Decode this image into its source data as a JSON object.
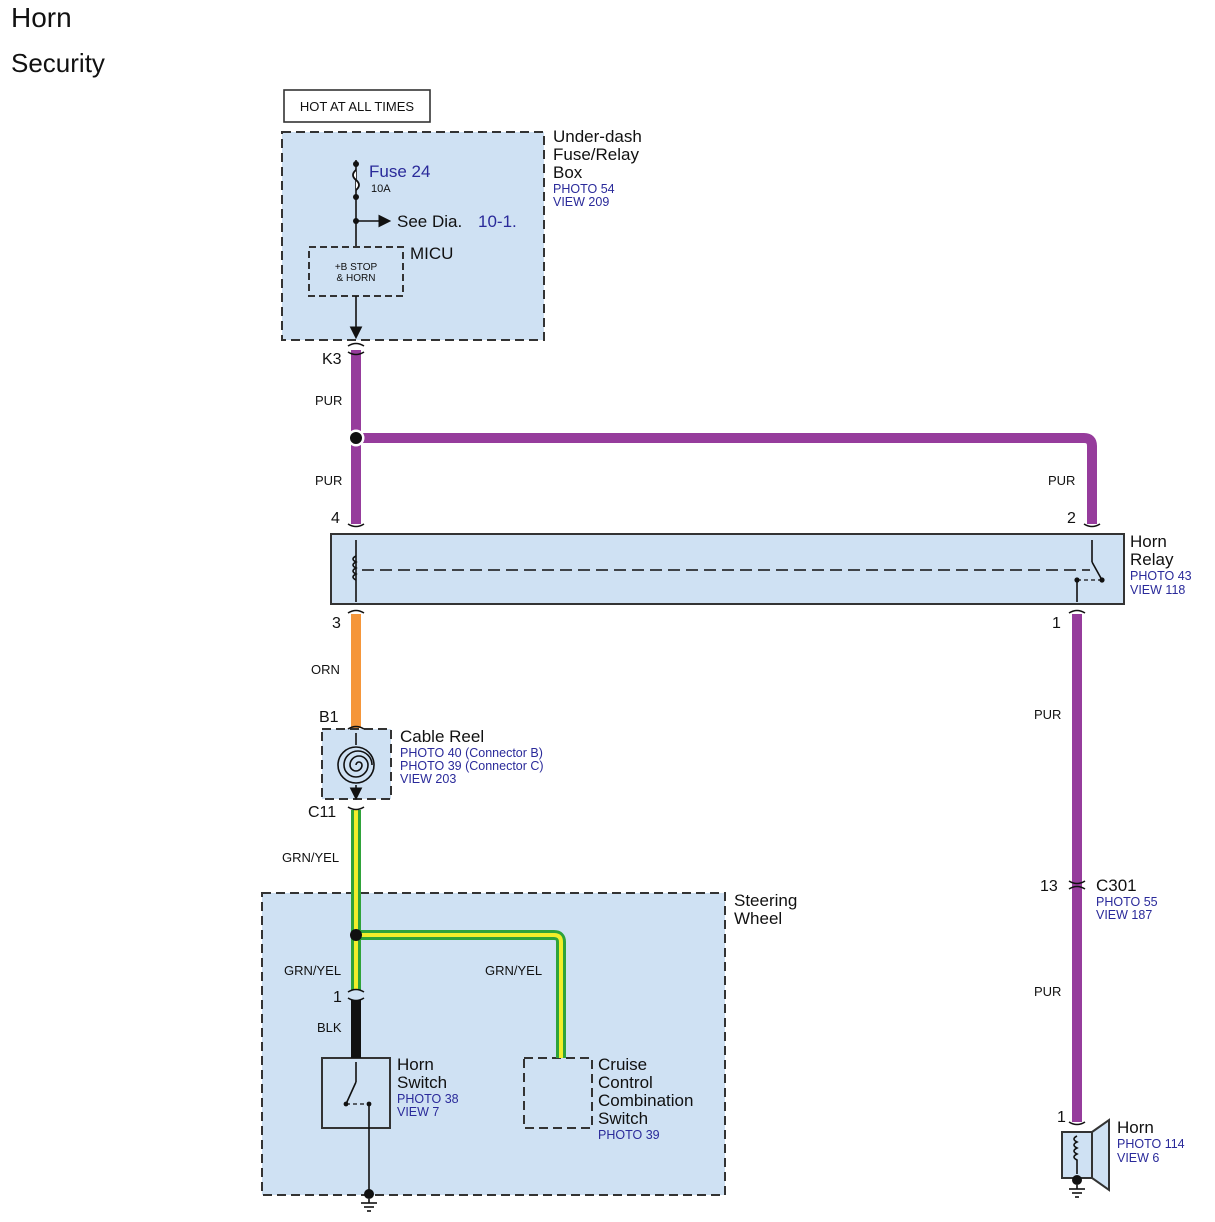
{
  "header": {
    "title": "Horn",
    "subtitle": "Security"
  },
  "power": {
    "hot_label": "HOT AT ALL TIMES"
  },
  "fuse_box": {
    "name_lines": [
      "Under-dash",
      "Fuse/Relay",
      "Box"
    ],
    "refs": [
      "PHOTO 54",
      "VIEW 209"
    ],
    "fuse_label": "Fuse 24",
    "fuse_rating": "10A",
    "see_prefix": "See Dia.",
    "see_ref": "10-1.",
    "micu_label": "MICU",
    "micu_block_lines": [
      "+B STOP",
      "& HORN"
    ],
    "pin": "K3"
  },
  "wires": {
    "pur_1": "PUR",
    "pur_2": "PUR",
    "pur_3": "PUR",
    "pur_4": "PUR",
    "pur_5": "PUR",
    "orn": "ORN",
    "grn_yel_1": "GRN/YEL",
    "grn_yel_2": "GRN/YEL",
    "grn_yel_3": "GRN/YEL",
    "blk": "BLK"
  },
  "horn_relay": {
    "name_lines": [
      "Horn",
      "Relay"
    ],
    "refs": [
      "PHOTO 43",
      "VIEW 118"
    ],
    "pins": {
      "p4": "4",
      "p2": "2",
      "p3": "3",
      "p1": "1"
    }
  },
  "cable_reel": {
    "name": "Cable Reel",
    "refs": [
      "PHOTO 40 (Connector B)",
      "PHOTO 39 (Connector C)",
      "VIEW 203"
    ],
    "pin_top": "B1",
    "pin_bottom": "C11"
  },
  "steering_wheel": {
    "name_lines": [
      "Steering",
      "Wheel"
    ]
  },
  "horn_switch": {
    "name_lines": [
      "Horn",
      "Switch"
    ],
    "refs": [
      "PHOTO 38",
      "VIEW 7"
    ],
    "pin": "1"
  },
  "cruise_switch": {
    "name_lines": [
      "Cruise",
      "Control",
      "Combination",
      "Switch"
    ],
    "refs": [
      "PHOTO 39"
    ]
  },
  "c301": {
    "pin": "13",
    "name": "C301",
    "refs": [
      "PHOTO 55",
      "VIEW 187"
    ]
  },
  "horn": {
    "name": "Horn",
    "refs": [
      "PHOTO 114",
      "VIEW 6"
    ],
    "pin": "1"
  },
  "colors": {
    "pur": "#963c9c",
    "orn": "#f5963a",
    "grn": "#2fa33a",
    "yel": "#f2ee2a",
    "blk": "#111111",
    "component_fill": "#cfe1f3",
    "ref_text": "#2a2a9a"
  }
}
